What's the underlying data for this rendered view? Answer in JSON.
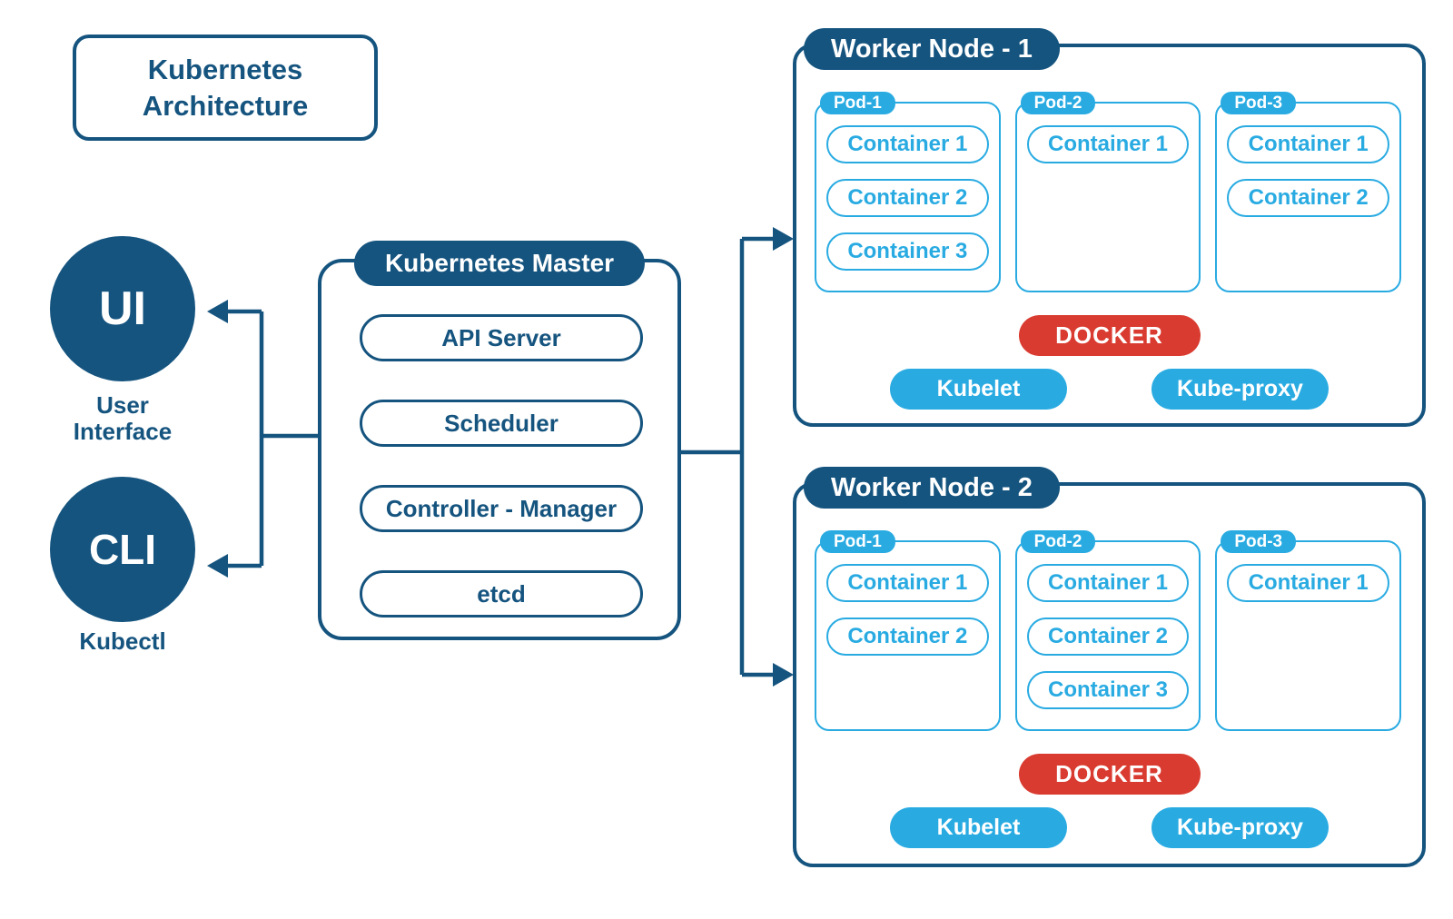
{
  "palette": {
    "navy": "#15547F",
    "cyan": "#29ABE2",
    "red": "#D93B30",
    "white": "#FFFFFF"
  },
  "title": {
    "line1": "Kubernetes",
    "line2": "Architecture"
  },
  "clients": [
    {
      "abbr": "UI",
      "label": "User Interface"
    },
    {
      "abbr": "CLI",
      "label": "Kubectl"
    }
  ],
  "master": {
    "title": "Kubernetes Master",
    "components": [
      "API Server",
      "Scheduler",
      "Controller - Manager",
      "etcd"
    ]
  },
  "workers": [
    {
      "title": "Worker Node - 1",
      "pods": [
        {
          "name": "Pod-1",
          "containers": [
            "Container 1",
            "Container 2",
            "Container 3"
          ]
        },
        {
          "name": "Pod-2",
          "containers": [
            "Container 1"
          ]
        },
        {
          "name": "Pod-3",
          "containers": [
            "Container 1",
            "Container 2"
          ]
        }
      ],
      "runtime": "DOCKER",
      "agents": [
        "Kubelet",
        "Kube-proxy"
      ]
    },
    {
      "title": "Worker Node - 2",
      "pods": [
        {
          "name": "Pod-1",
          "containers": [
            "Container 1",
            "Container 2"
          ]
        },
        {
          "name": "Pod-2",
          "containers": [
            "Container 1",
            "Container 2",
            "Container 3"
          ]
        },
        {
          "name": "Pod-3",
          "containers": [
            "Container 1"
          ]
        }
      ],
      "runtime": "DOCKER",
      "agents": [
        "Kubelet",
        "Kube-proxy"
      ]
    }
  ]
}
